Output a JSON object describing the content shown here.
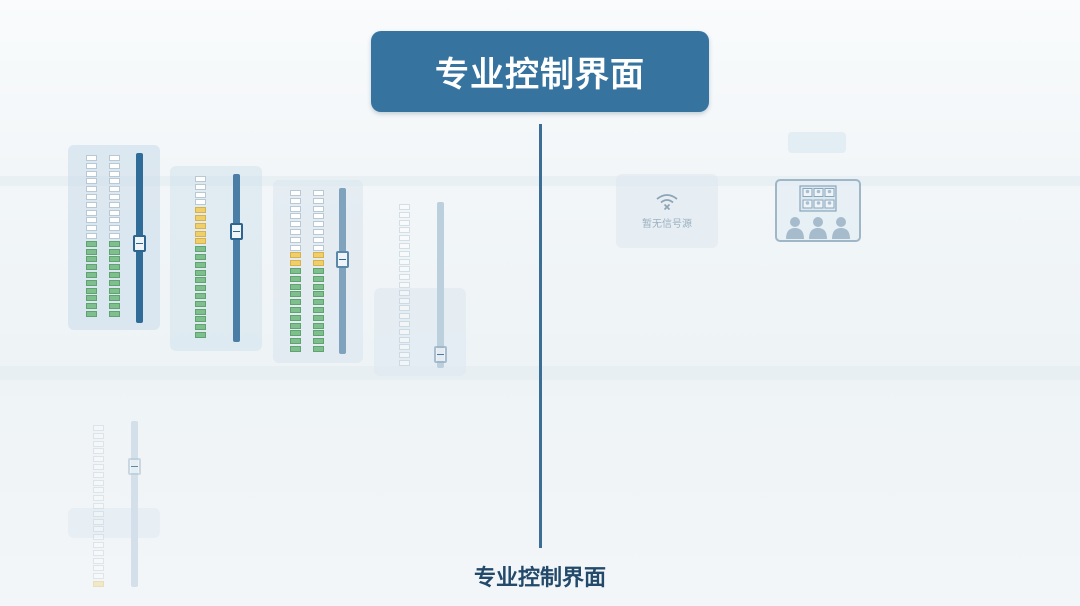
{
  "header": {
    "title": "专业控制界面"
  },
  "footer": {
    "caption": "专业控制界面"
  },
  "preview": {
    "no_signal_label": "暂无信号源"
  },
  "colors": {
    "accent": "#36739f",
    "meter_green": "#7fbf8e",
    "meter_yellow": "#f0cf6a"
  },
  "icons": [
    "no-signal-wifi-icon",
    "video-conference-icon"
  ]
}
